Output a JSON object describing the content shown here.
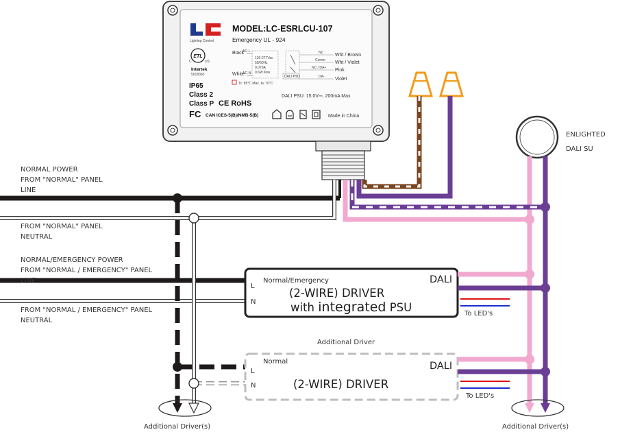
{
  "controller": {
    "model": "MODEL:LC-ESRLCU-107",
    "subtitle": "Emergency UL - 924",
    "logo_text": "Lighting Control",
    "etl_c": "C",
    "etl_us": "US",
    "etl_mark": "ETL",
    "intertek": "Intertek",
    "intertek_num": "5018360",
    "ip": "IP65",
    "class2": "Class 2",
    "classp": "Class P",
    "ce": "CE RoHS",
    "fc": "FC",
    "can_ices": "CAN ICES-5(B)/NMB-5(B)",
    "made_in": "Made in China",
    "black": "Black",
    "white": "White",
    "acl": "AC-L",
    "acn": "AC-N",
    "ratings": [
      "120-277Vac",
      "50/60Hz",
      "0.070A",
      "0.6W Max"
    ],
    "temp": "Tc: 85°C Max.  ta: 70°C",
    "dali_psu_spec": "DALI PSU: 15.0V⎓, 200mA Max",
    "term_nc": "NC",
    "term_comm": "Comm",
    "term_ncdax": "NC / DA+",
    "term_dalipsu": "DALI PSU",
    "term_dam": "DA-",
    "wire_whtbrown": "Wht / Brown",
    "wire_whtviolet": "Wht / Violet",
    "wire_pink": "Pink",
    "wire_violet": "Violet"
  },
  "labels": {
    "normal_power": "NORMAL POWER",
    "from_normal_panel": "FROM \"NORMAL\" PANEL",
    "line": "LINE",
    "from_normal_panel2": "FROM \"NORMAL\" PANEL",
    "neutral": "NEUTRAL",
    "ne_power": "NORMAL/EMERGENCY POWER",
    "from_ne_panel": "FROM \"NORMAL / EMERGENCY\" PANEL",
    "line2": "LINE",
    "from_ne_panel2": "FROM \"NORMAL / EMERGENCY\" PANEL",
    "neutral2": "NEUTRAL",
    "enlighted_1": "ENLIGHTED",
    "enlighted_2": "DALI SU",
    "additional_driver": "Additional Driver",
    "additional_drivers_left": "Additional Driver(s)",
    "additional_drivers_right": "Additional Driver(s)"
  },
  "driver1": {
    "mode": "Normal/Emergency",
    "line1": "(2-WIRE) DRIVER",
    "line2a": "with ",
    "line2b": "integrated",
    "line2c": " PSU",
    "l": "L",
    "n": "N",
    "dali": "DALI",
    "to_leds": "To LED's"
  },
  "driver2": {
    "mode": "Normal",
    "line1": "(2-WIRE) DRIVER",
    "l": "L",
    "n": "N",
    "dali": "DALI",
    "to_leds": "To LED's"
  },
  "colors": {
    "black_wire": "#1f1a1a",
    "violet": "#6b3e96",
    "pink": "#f2a9cf",
    "brown": "#7a4420",
    "orange_nut": "#f29a1a",
    "dashed_gray": "#bdbdbd",
    "red_led": "#e01010",
    "blue_led": "#1b2bd0"
  }
}
